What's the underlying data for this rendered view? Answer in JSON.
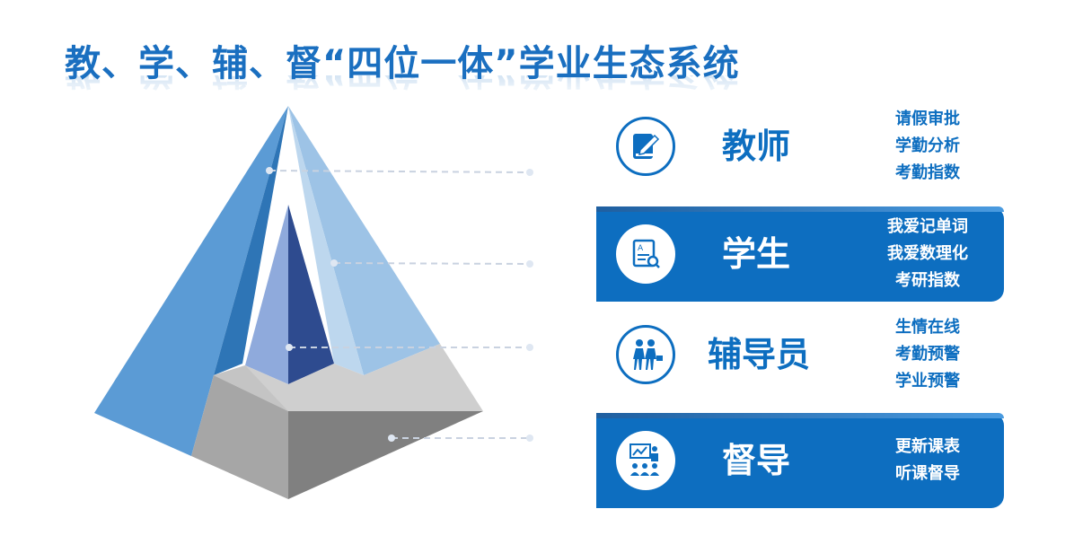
{
  "title": "教、学、辅、督“四位一体”学业生态系统",
  "colors": {
    "accent": "#0d6ec0",
    "pyramid_outer_left": "#5b9bd5",
    "pyramid_outer_right": "#9dc3e6",
    "pyramid_inner": "#2e4b8f",
    "base_gray": "#808080"
  },
  "rows": [
    {
      "role": "教师",
      "icon": "notebook-pen-icon",
      "items": [
        "请假审批",
        "学勤分析",
        "考勤指数"
      ]
    },
    {
      "role": "学生",
      "icon": "document-search-icon",
      "items": [
        "我爱记单词",
        "我爱数理化",
        "考研指数"
      ]
    },
    {
      "role": "辅导员",
      "icon": "people-walking-icon",
      "items": [
        "生情在线",
        "考勤预警",
        "学业预警"
      ]
    },
    {
      "role": "督导",
      "icon": "presentation-audience-icon",
      "items": [
        "更新课表",
        "听课督导"
      ]
    }
  ]
}
